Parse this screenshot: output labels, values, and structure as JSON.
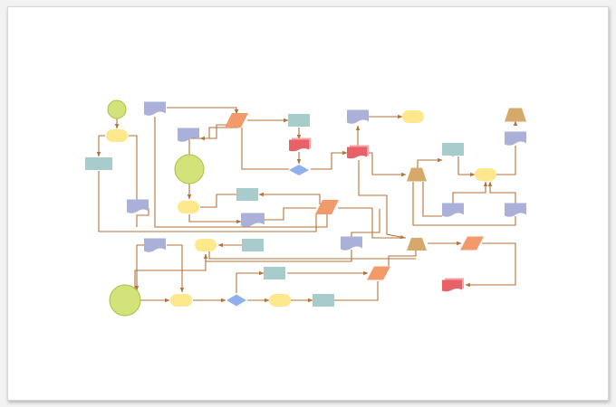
{
  "colors": {
    "connector": "#b4723a",
    "green": "#d4e27a",
    "green_stroke": "#a9c240",
    "yellow": "#fde88c",
    "teal": "#a8cccc",
    "lavender": "#aab0d8",
    "orange": "#f39a6a",
    "red": "#e86068",
    "red_accent": "#f2a4a8",
    "blue": "#8fb0ea",
    "tan": "#d6a86a"
  },
  "nodes": [
    {
      "id": "n1",
      "shape": "circle",
      "fill": "green"
    },
    {
      "id": "n2",
      "shape": "document",
      "fill": "lavender"
    },
    {
      "id": "n3",
      "shape": "ellipse",
      "fill": "yellow"
    },
    {
      "id": "n4",
      "shape": "rect",
      "fill": "teal"
    },
    {
      "id": "n5",
      "shape": "document",
      "fill": "lavender"
    },
    {
      "id": "n6",
      "shape": "circle",
      "fill": "green"
    },
    {
      "id": "n7",
      "shape": "parallelogram",
      "fill": "orange"
    },
    {
      "id": "n8",
      "shape": "rect",
      "fill": "teal"
    },
    {
      "id": "n9",
      "shape": "document3d",
      "fill": "red"
    },
    {
      "id": "n10",
      "shape": "diamond",
      "fill": "blue"
    },
    {
      "id": "n11",
      "shape": "document",
      "fill": "lavender"
    },
    {
      "id": "n12",
      "shape": "ellipse",
      "fill": "yellow"
    },
    {
      "id": "n13",
      "shape": "document3d",
      "fill": "red"
    },
    {
      "id": "n14",
      "shape": "trapezoid",
      "fill": "tan"
    },
    {
      "id": "n15",
      "shape": "document",
      "fill": "lavender"
    },
    {
      "id": "n16",
      "shape": "rect",
      "fill": "teal"
    },
    {
      "id": "n17",
      "shape": "trapezoid",
      "fill": "tan"
    },
    {
      "id": "n18",
      "shape": "ellipse",
      "fill": "yellow"
    },
    {
      "id": "n19",
      "shape": "document",
      "fill": "lavender"
    },
    {
      "id": "n20",
      "shape": "document",
      "fill": "lavender"
    },
    {
      "id": "n21",
      "shape": "document",
      "fill": "lavender"
    },
    {
      "id": "n22",
      "shape": "ellipse",
      "fill": "yellow"
    },
    {
      "id": "n23",
      "shape": "rect",
      "fill": "teal"
    },
    {
      "id": "n24",
      "shape": "document",
      "fill": "lavender"
    },
    {
      "id": "n25",
      "shape": "parallelogram",
      "fill": "orange"
    },
    {
      "id": "n26",
      "shape": "document",
      "fill": "lavender"
    },
    {
      "id": "n27",
      "shape": "document",
      "fill": "lavender"
    },
    {
      "id": "n28",
      "shape": "ellipse",
      "fill": "yellow"
    },
    {
      "id": "n29",
      "shape": "rect",
      "fill": "teal"
    },
    {
      "id": "n30",
      "shape": "document",
      "fill": "lavender"
    },
    {
      "id": "n31",
      "shape": "trapezoid",
      "fill": "tan"
    },
    {
      "id": "n32",
      "shape": "parallelogram",
      "fill": "orange"
    },
    {
      "id": "n33",
      "shape": "circle",
      "fill": "green"
    },
    {
      "id": "n34",
      "shape": "ellipse",
      "fill": "yellow"
    },
    {
      "id": "n35",
      "shape": "diamond",
      "fill": "blue"
    },
    {
      "id": "n36",
      "shape": "ellipse",
      "fill": "yellow"
    },
    {
      "id": "n37",
      "shape": "rect",
      "fill": "teal"
    },
    {
      "id": "n38",
      "shape": "rect",
      "fill": "teal"
    },
    {
      "id": "n39",
      "shape": "parallelogram",
      "fill": "orange"
    },
    {
      "id": "n40",
      "shape": "document3d",
      "fill": "red"
    }
  ]
}
